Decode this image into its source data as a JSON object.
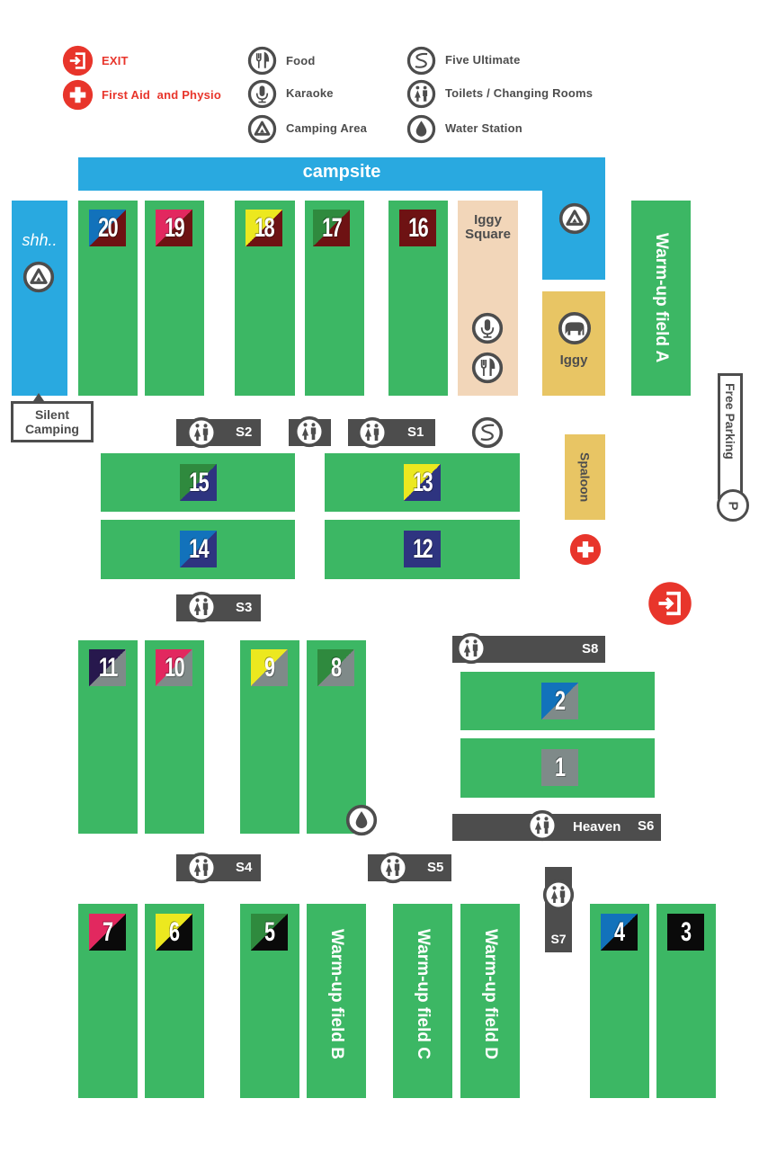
{
  "legend": {
    "exit": "EXIT",
    "first_aid": "First Aid  and Physio",
    "food": "Food",
    "karaoke": "Karaoke",
    "camping": "Camping Area",
    "five": "Five Ultimate",
    "toilets": "Toilets / Changing Rooms",
    "water": "Water Station"
  },
  "areas": {
    "campsite": "campsite",
    "silent": "shh..",
    "silent_label": "Silent Camping",
    "iggy_square": "Iggy Square",
    "iggy": "Iggy",
    "spaloon": "Spaloon",
    "parking": "Free Parking",
    "parking_icon": "P",
    "warmup_a": "Warm-up field A",
    "warmup_b": "Warm-up field B",
    "warmup_c": "Warm-up field C",
    "warmup_d": "Warm-up field D"
  },
  "toilets": {
    "s1": "S1",
    "s2": "S2",
    "s3": "S3",
    "s4": "S4",
    "s5": "S5",
    "s6": "S6",
    "s7": "S7",
    "s8": "S8",
    "heaven": "Heaven"
  },
  "colors": {
    "green": "#3cb764",
    "blue": "#29a9e0",
    "dark": "#4d4d4d",
    "red": "#e8352b",
    "beige": "#f2d6b9",
    "gold": "#e8c564"
  },
  "fields": [
    {
      "number": "20",
      "colors": [
        "#1272bb",
        "#6e1213"
      ]
    },
    {
      "number": "19",
      "colors": [
        "#e2285f",
        "#6e1213"
      ]
    },
    {
      "number": "18",
      "colors": [
        "#ece81f",
        "#6e1213"
      ]
    },
    {
      "number": "17",
      "colors": [
        "#2f8a3e",
        "#6e1213"
      ]
    },
    {
      "number": "16",
      "colors": [
        "#6e1213",
        "#6e1213"
      ]
    },
    {
      "number": "15",
      "colors": [
        "#2f8a3e",
        "#2e3480"
      ]
    },
    {
      "number": "14",
      "colors": [
        "#1272bb",
        "#2e3480"
      ]
    },
    {
      "number": "13",
      "colors": [
        "#ece81f",
        "#2e3480"
      ]
    },
    {
      "number": "12",
      "colors": [
        "#2e3480",
        "#2e3480"
      ]
    },
    {
      "number": "11",
      "colors": [
        "#27184d",
        "#7f8a89"
      ]
    },
    {
      "number": "10",
      "colors": [
        "#e2285f",
        "#7f8a89"
      ]
    },
    {
      "number": "9",
      "colors": [
        "#ece81f",
        "#7f8a89"
      ]
    },
    {
      "number": "8",
      "colors": [
        "#2f8a3e",
        "#7f8a89"
      ]
    },
    {
      "number": "2",
      "colors": [
        "#1272bb",
        "#7f8a89"
      ]
    },
    {
      "number": "1",
      "colors": [
        "#7f8a89",
        "#7f8a89"
      ]
    },
    {
      "number": "7",
      "colors": [
        "#e2285f",
        "#0a0a0a"
      ]
    },
    {
      "number": "6",
      "colors": [
        "#ece81f",
        "#0a0a0a"
      ]
    },
    {
      "number": "5",
      "colors": [
        "#2f8a3e",
        "#0a0a0a"
      ]
    },
    {
      "number": "4",
      "colors": [
        "#1272bb",
        "#0a0a0a"
      ]
    },
    {
      "number": "3",
      "colors": [
        "#0a0a0a",
        "#0a0a0a"
      ]
    }
  ]
}
